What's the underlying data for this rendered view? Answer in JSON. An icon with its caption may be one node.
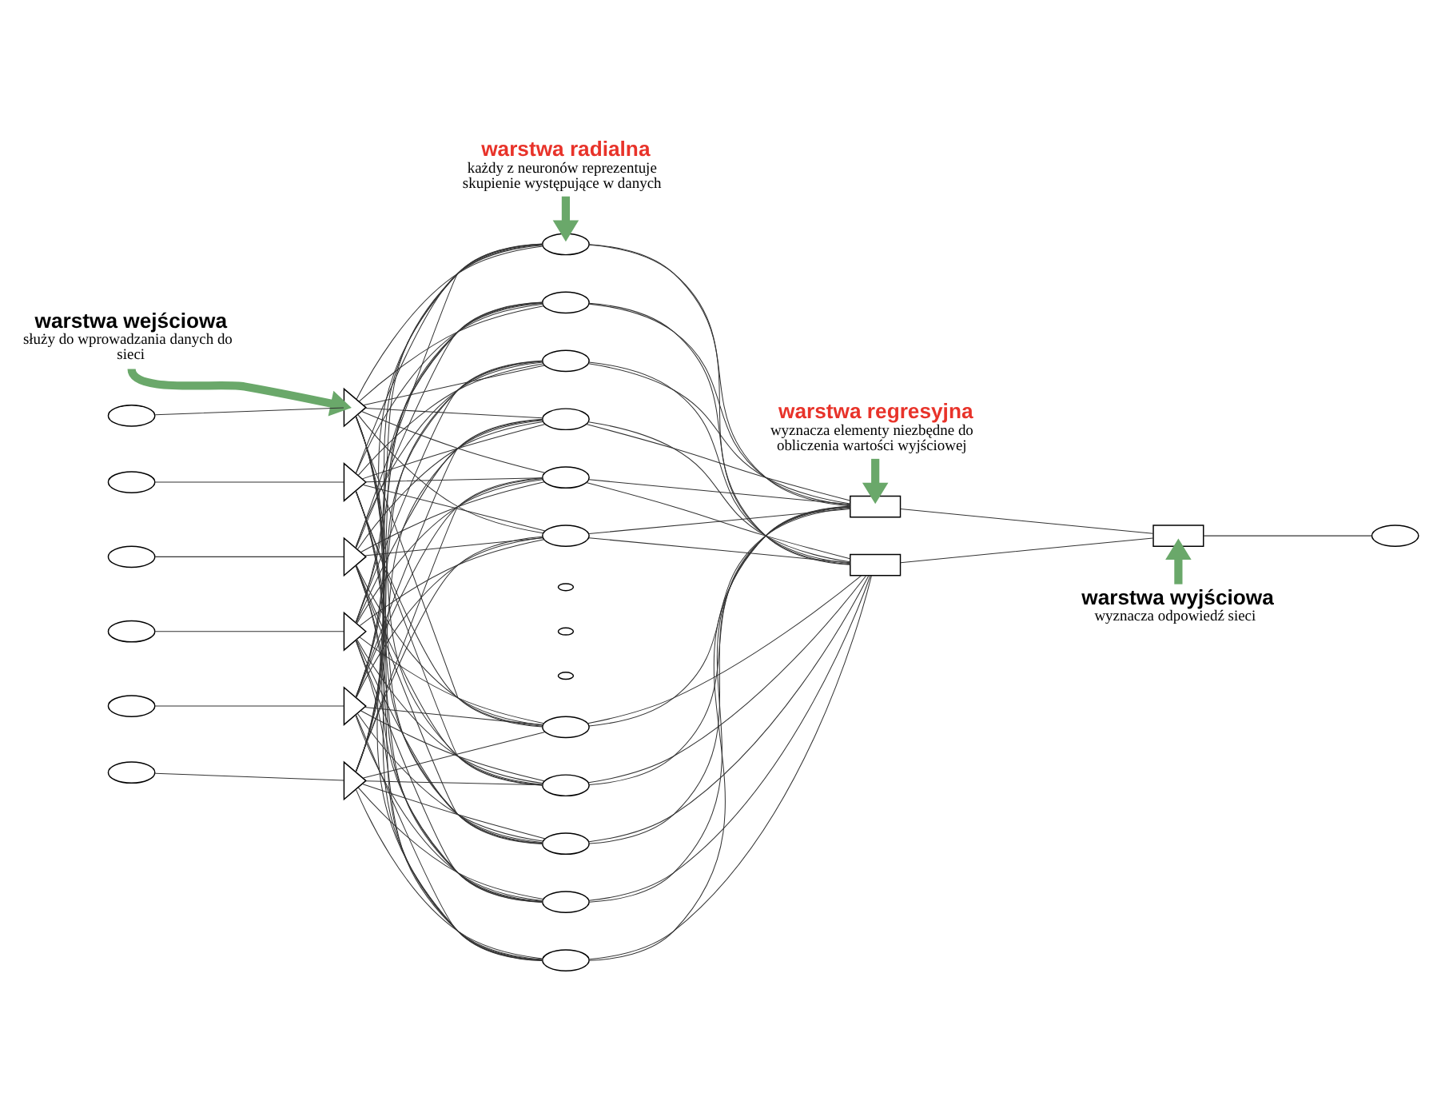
{
  "diagram": {
    "nodes": [
      {
        "text": [
          "warstwa wejściowa",
          "służy do wprowadzania danych do sieci"
        ]
      },
      {
        "text": [
          "warstwa radialna",
          "każdy z neuronów reprezentuje skupienie występujące w danych"
        ]
      },
      {
        "text": [
          "warstwa regresyjna",
          "wyznacza elementy niezbędne do obliczenia wartości wyjściowej"
        ]
      },
      {
        "text": [
          "warstwa wyjściowa",
          "wyznacza odpowiedź sieci"
        ]
      },
      {
        "text": [],
        "shape": "ellipse"
      },
      {
        "text": [],
        "shape": "ellipse"
      },
      {
        "text": [],
        "shape": "ellipse"
      },
      {
        "text": [],
        "shape": "ellipse"
      },
      {
        "text": [],
        "shape": "ellipse"
      },
      {
        "text": [],
        "shape": "ellipse"
      },
      {
        "text": [],
        "shape": "triangle"
      },
      {
        "text": [],
        "shape": "triangle"
      },
      {
        "text": [],
        "shape": "triangle"
      },
      {
        "text": [],
        "shape": "triangle"
      },
      {
        "text": [],
        "shape": "triangle"
      },
      {
        "text": [],
        "shape": "triangle"
      },
      {
        "text": [],
        "shape": "ellipse"
      },
      {
        "text": [],
        "shape": "ellipse"
      },
      {
        "text": [],
        "shape": "ellipse"
      },
      {
        "text": [],
        "shape": "ellipse"
      },
      {
        "text": [],
        "shape": "ellipse"
      },
      {
        "text": [],
        "shape": "ellipse"
      },
      {
        "text": [],
        "shape": "ellipse"
      },
      {
        "text": [],
        "shape": "ellipse"
      },
      {
        "text": [],
        "shape": "ellipse"
      },
      {
        "text": [],
        "shape": "ellipse"
      },
      {
        "text": [],
        "shape": "ellipse"
      },
      {
        "text": [],
        "shape": "ellipse"
      },
      {
        "text": [],
        "shape": "ellipse"
      },
      {
        "text": [],
        "shape": "ellipse"
      },
      {
        "text": [],
        "shape": "box"
      },
      {
        "text": [],
        "shape": "box"
      },
      {
        "text": [],
        "shape": "box"
      },
      {
        "text": [],
        "shape": "ellipse"
      }
    ],
    "edges": [
      {
        "from": 4,
        "to": 10,
        "arrow": "none"
      },
      {
        "from": 5,
        "to": 11,
        "arrow": "none"
      },
      {
        "from": 6,
        "to": 12,
        "arrow": "none"
      },
      {
        "from": 7,
        "to": 13,
        "arrow": "none"
      },
      {
        "from": 8,
        "to": 14,
        "arrow": "none"
      },
      {
        "from": 9,
        "to": 15,
        "arrow": "none"
      },
      {
        "from": 10,
        "to": 16,
        "arrow": "none"
      },
      {
        "from": 10,
        "to": 17,
        "arrow": "none"
      },
      {
        "from": 10,
        "to": 18,
        "arrow": "none"
      },
      {
        "from": 10,
        "to": 19,
        "arrow": "none"
      },
      {
        "from": 10,
        "to": 20,
        "arrow": "none"
      },
      {
        "from": 10,
        "to": 21,
        "arrow": "none"
      },
      {
        "from": 10,
        "to": 25,
        "arrow": "none"
      },
      {
        "from": 10,
        "to": 26,
        "arrow": "none"
      },
      {
        "from": 10,
        "to": 27,
        "arrow": "none"
      },
      {
        "from": 10,
        "to": 28,
        "arrow": "none"
      },
      {
        "from": 10,
        "to": 29,
        "arrow": "none"
      },
      {
        "from": 11,
        "to": 16,
        "arrow": "none"
      },
      {
        "from": 11,
        "to": 17,
        "arrow": "none"
      },
      {
        "from": 11,
        "to": 18,
        "arrow": "none"
      },
      {
        "from": 11,
        "to": 19,
        "arrow": "none"
      },
      {
        "from": 11,
        "to": 20,
        "arrow": "none"
      },
      {
        "from": 11,
        "to": 21,
        "arrow": "none"
      },
      {
        "from": 11,
        "to": 25,
        "arrow": "none"
      },
      {
        "from": 11,
        "to": 26,
        "arrow": "none"
      },
      {
        "from": 11,
        "to": 27,
        "arrow": "none"
      },
      {
        "from": 11,
        "to": 28,
        "arrow": "none"
      },
      {
        "from": 11,
        "to": 29,
        "arrow": "none"
      },
      {
        "from": 12,
        "to": 16,
        "arrow": "none"
      },
      {
        "from": 12,
        "to": 17,
        "arrow": "none"
      },
      {
        "from": 12,
        "to": 18,
        "arrow": "none"
      },
      {
        "from": 12,
        "to": 19,
        "arrow": "none"
      },
      {
        "from": 12,
        "to": 20,
        "arrow": "none"
      },
      {
        "from": 12,
        "to": 21,
        "arrow": "none"
      },
      {
        "from": 12,
        "to": 25,
        "arrow": "none"
      },
      {
        "from": 12,
        "to": 26,
        "arrow": "none"
      },
      {
        "from": 12,
        "to": 27,
        "arrow": "none"
      },
      {
        "from": 12,
        "to": 28,
        "arrow": "none"
      },
      {
        "from": 12,
        "to": 29,
        "arrow": "none"
      },
      {
        "from": 13,
        "to": 16,
        "arrow": "none"
      },
      {
        "from": 13,
        "to": 17,
        "arrow": "none"
      },
      {
        "from": 13,
        "to": 18,
        "arrow": "none"
      },
      {
        "from": 13,
        "to": 19,
        "arrow": "none"
      },
      {
        "from": 13,
        "to": 20,
        "arrow": "none"
      },
      {
        "from": 13,
        "to": 21,
        "arrow": "none"
      },
      {
        "from": 13,
        "to": 25,
        "arrow": "none"
      },
      {
        "from": 13,
        "to": 26,
        "arrow": "none"
      },
      {
        "from": 13,
        "to": 27,
        "arrow": "none"
      },
      {
        "from": 13,
        "to": 28,
        "arrow": "none"
      },
      {
        "from": 13,
        "to": 29,
        "arrow": "none"
      },
      {
        "from": 14,
        "to": 16,
        "arrow": "none"
      },
      {
        "from": 14,
        "to": 17,
        "arrow": "none"
      },
      {
        "from": 14,
        "to": 18,
        "arrow": "none"
      },
      {
        "from": 14,
        "to": 19,
        "arrow": "none"
      },
      {
        "from": 14,
        "to": 20,
        "arrow": "none"
      },
      {
        "from": 14,
        "to": 21,
        "arrow": "none"
      },
      {
        "from": 14,
        "to": 25,
        "arrow": "none"
      },
      {
        "from": 14,
        "to": 26,
        "arrow": "none"
      },
      {
        "from": 14,
        "to": 27,
        "arrow": "none"
      },
      {
        "from": 14,
        "to": 28,
        "arrow": "none"
      },
      {
        "from": 14,
        "to": 29,
        "arrow": "none"
      },
      {
        "from": 15,
        "to": 16,
        "arrow": "none"
      },
      {
        "from": 15,
        "to": 17,
        "arrow": "none"
      },
      {
        "from": 15,
        "to": 18,
        "arrow": "none"
      },
      {
        "from": 15,
        "to": 19,
        "arrow": "none"
      },
      {
        "from": 15,
        "to": 20,
        "arrow": "none"
      },
      {
        "from": 15,
        "to": 21,
        "arrow": "none"
      },
      {
        "from": 15,
        "to": 25,
        "arrow": "none"
      },
      {
        "from": 15,
        "to": 26,
        "arrow": "none"
      },
      {
        "from": 15,
        "to": 27,
        "arrow": "none"
      },
      {
        "from": 15,
        "to": 28,
        "arrow": "none"
      },
      {
        "from": 15,
        "to": 29,
        "arrow": "none"
      },
      {
        "from": 16,
        "to": 30,
        "arrow": "none"
      },
      {
        "from": 16,
        "to": 31,
        "arrow": "none"
      },
      {
        "from": 17,
        "to": 30,
        "arrow": "none"
      },
      {
        "from": 17,
        "to": 31,
        "arrow": "none"
      },
      {
        "from": 18,
        "to": 30,
        "arrow": "none"
      },
      {
        "from": 18,
        "to": 31,
        "arrow": "none"
      },
      {
        "from": 19,
        "to": 30,
        "arrow": "none"
      },
      {
        "from": 19,
        "to": 31,
        "arrow": "none"
      },
      {
        "from": 20,
        "to": 30,
        "arrow": "none"
      },
      {
        "from": 20,
        "to": 31,
        "arrow": "none"
      },
      {
        "from": 21,
        "to": 30,
        "arrow": "none"
      },
      {
        "from": 21,
        "to": 31,
        "arrow": "none"
      },
      {
        "from": 25,
        "to": 30,
        "arrow": "none"
      },
      {
        "from": 25,
        "to": 31,
        "arrow": "none"
      },
      {
        "from": 26,
        "to": 30,
        "arrow": "none"
      },
      {
        "from": 26,
        "to": 31,
        "arrow": "none"
      },
      {
        "from": 27,
        "to": 30,
        "arrow": "none"
      },
      {
        "from": 27,
        "to": 31,
        "arrow": "none"
      },
      {
        "from": 28,
        "to": 30,
        "arrow": "none"
      },
      {
        "from": 28,
        "to": 31,
        "arrow": "none"
      },
      {
        "from": 29,
        "to": 30,
        "arrow": "none"
      },
      {
        "from": 29,
        "to": 31,
        "arrow": "none"
      },
      {
        "from": 30,
        "to": 32,
        "arrow": "none"
      },
      {
        "from": 31,
        "to": 32,
        "arrow": "none"
      },
      {
        "from": 32,
        "to": 33,
        "arrow": "none"
      },
      {
        "from": 0,
        "to": 10,
        "arrow": "to",
        "style": "thick",
        "color": "#6aa86a"
      },
      {
        "from": 1,
        "to": 16,
        "arrow": "to",
        "style": "thick",
        "color": "#6aa86a"
      },
      {
        "from": 2,
        "to": 30,
        "arrow": "to",
        "style": "thick",
        "color": "#6aa86a"
      },
      {
        "from": 3,
        "to": 32,
        "arrow": "to",
        "style": "thick",
        "color": "#6aa86a"
      }
    ]
  }
}
